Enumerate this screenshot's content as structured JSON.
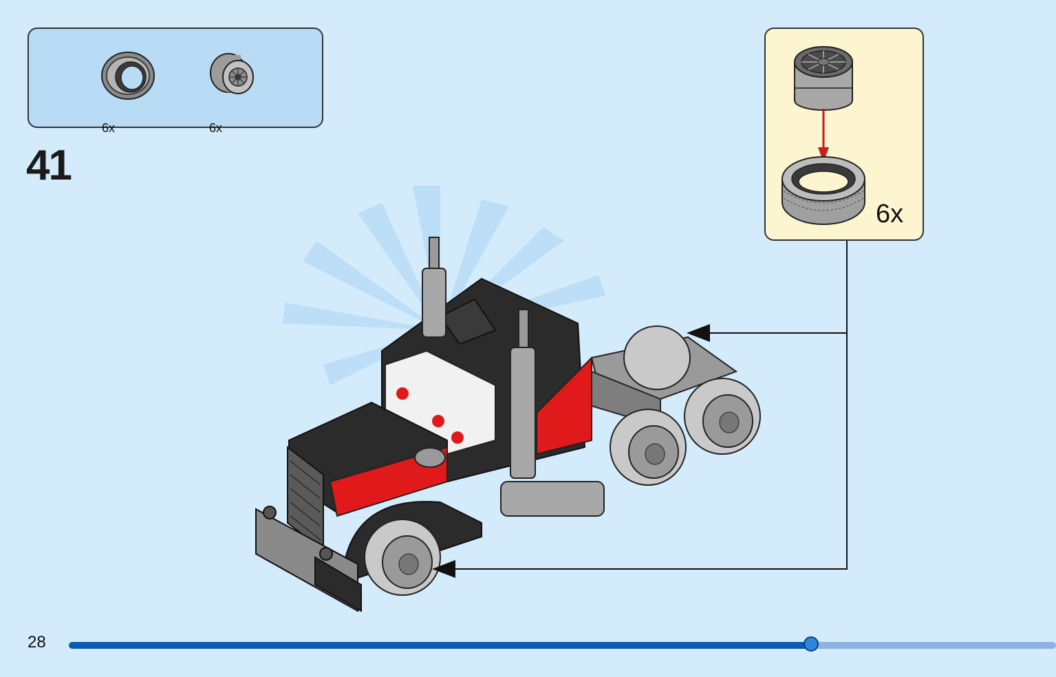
{
  "parts_needed": [
    {
      "name": "tire",
      "icon": "tire-icon",
      "quantity": "6x"
    },
    {
      "name": "wheel rim",
      "icon": "wheel-rim-icon",
      "quantity": "6x"
    }
  ],
  "step": {
    "number": "41"
  },
  "sub_assembly": {
    "quantity": "6x",
    "icon": "wheel-assembly-icon"
  },
  "footer": {
    "page_number": "28",
    "progress": 0.752
  },
  "colors": {
    "background": "#d4ebfb",
    "parts_box": "#b9dcf6",
    "sub_box": "#fdf5cf",
    "progress_fill": "#0b5db2",
    "progress_track": "#8fb2e0",
    "truck_red": "#e01a1a",
    "truck_black": "#2b2b2b",
    "truck_gray": "#9a9a9a"
  }
}
